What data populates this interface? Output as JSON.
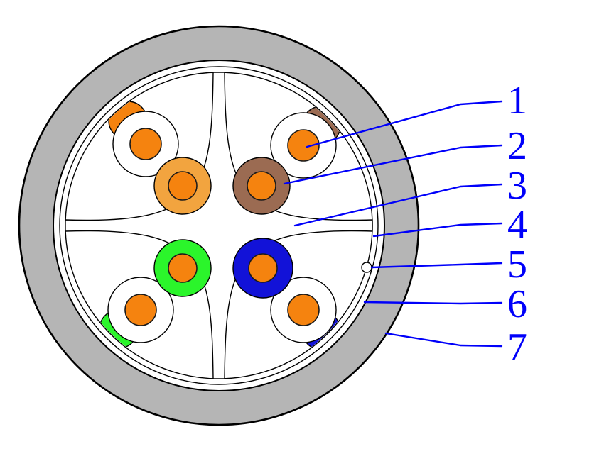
{
  "figure": {
    "labels": [
      "1",
      "2",
      "3",
      "4",
      "5",
      "6",
      "7"
    ]
  },
  "colors": {
    "jacket_gray": "#b5b5b5",
    "white": "#ffffff",
    "conductor_orange": "#f5830f",
    "insulation_orange": "#f2a43f",
    "insulation_brown": "#9b6b52",
    "insulation_green": "#2bf52b",
    "insulation_blue": "#1212d8",
    "label_blue": "#0000fa"
  }
}
